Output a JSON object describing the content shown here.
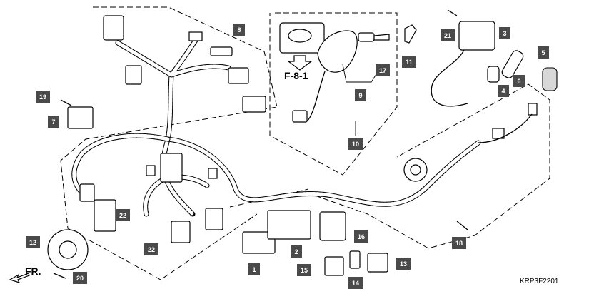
{
  "diagram_code": "KRP3F2201",
  "reference_label": "F-8-1",
  "direction_label": "FR.",
  "callouts": [
    {
      "label": "1"
    },
    {
      "label": "2"
    },
    {
      "label": "3"
    },
    {
      "label": "4"
    },
    {
      "label": "5"
    },
    {
      "label": "6"
    },
    {
      "label": "7"
    },
    {
      "label": "8"
    },
    {
      "label": "9"
    },
    {
      "label": "10"
    },
    {
      "label": "11"
    },
    {
      "label": "12"
    },
    {
      "label": "13"
    },
    {
      "label": "14"
    },
    {
      "label": "15"
    },
    {
      "label": "16"
    },
    {
      "label": "17"
    },
    {
      "label": "18"
    },
    {
      "label": "19"
    },
    {
      "label": "20"
    },
    {
      "label": "21"
    },
    {
      "label": "22"
    },
    {
      "label": "22"
    }
  ],
  "colors": {
    "callout_bg": "#4a4a4a",
    "callout_text": "#ffffff",
    "line": "#000000"
  }
}
